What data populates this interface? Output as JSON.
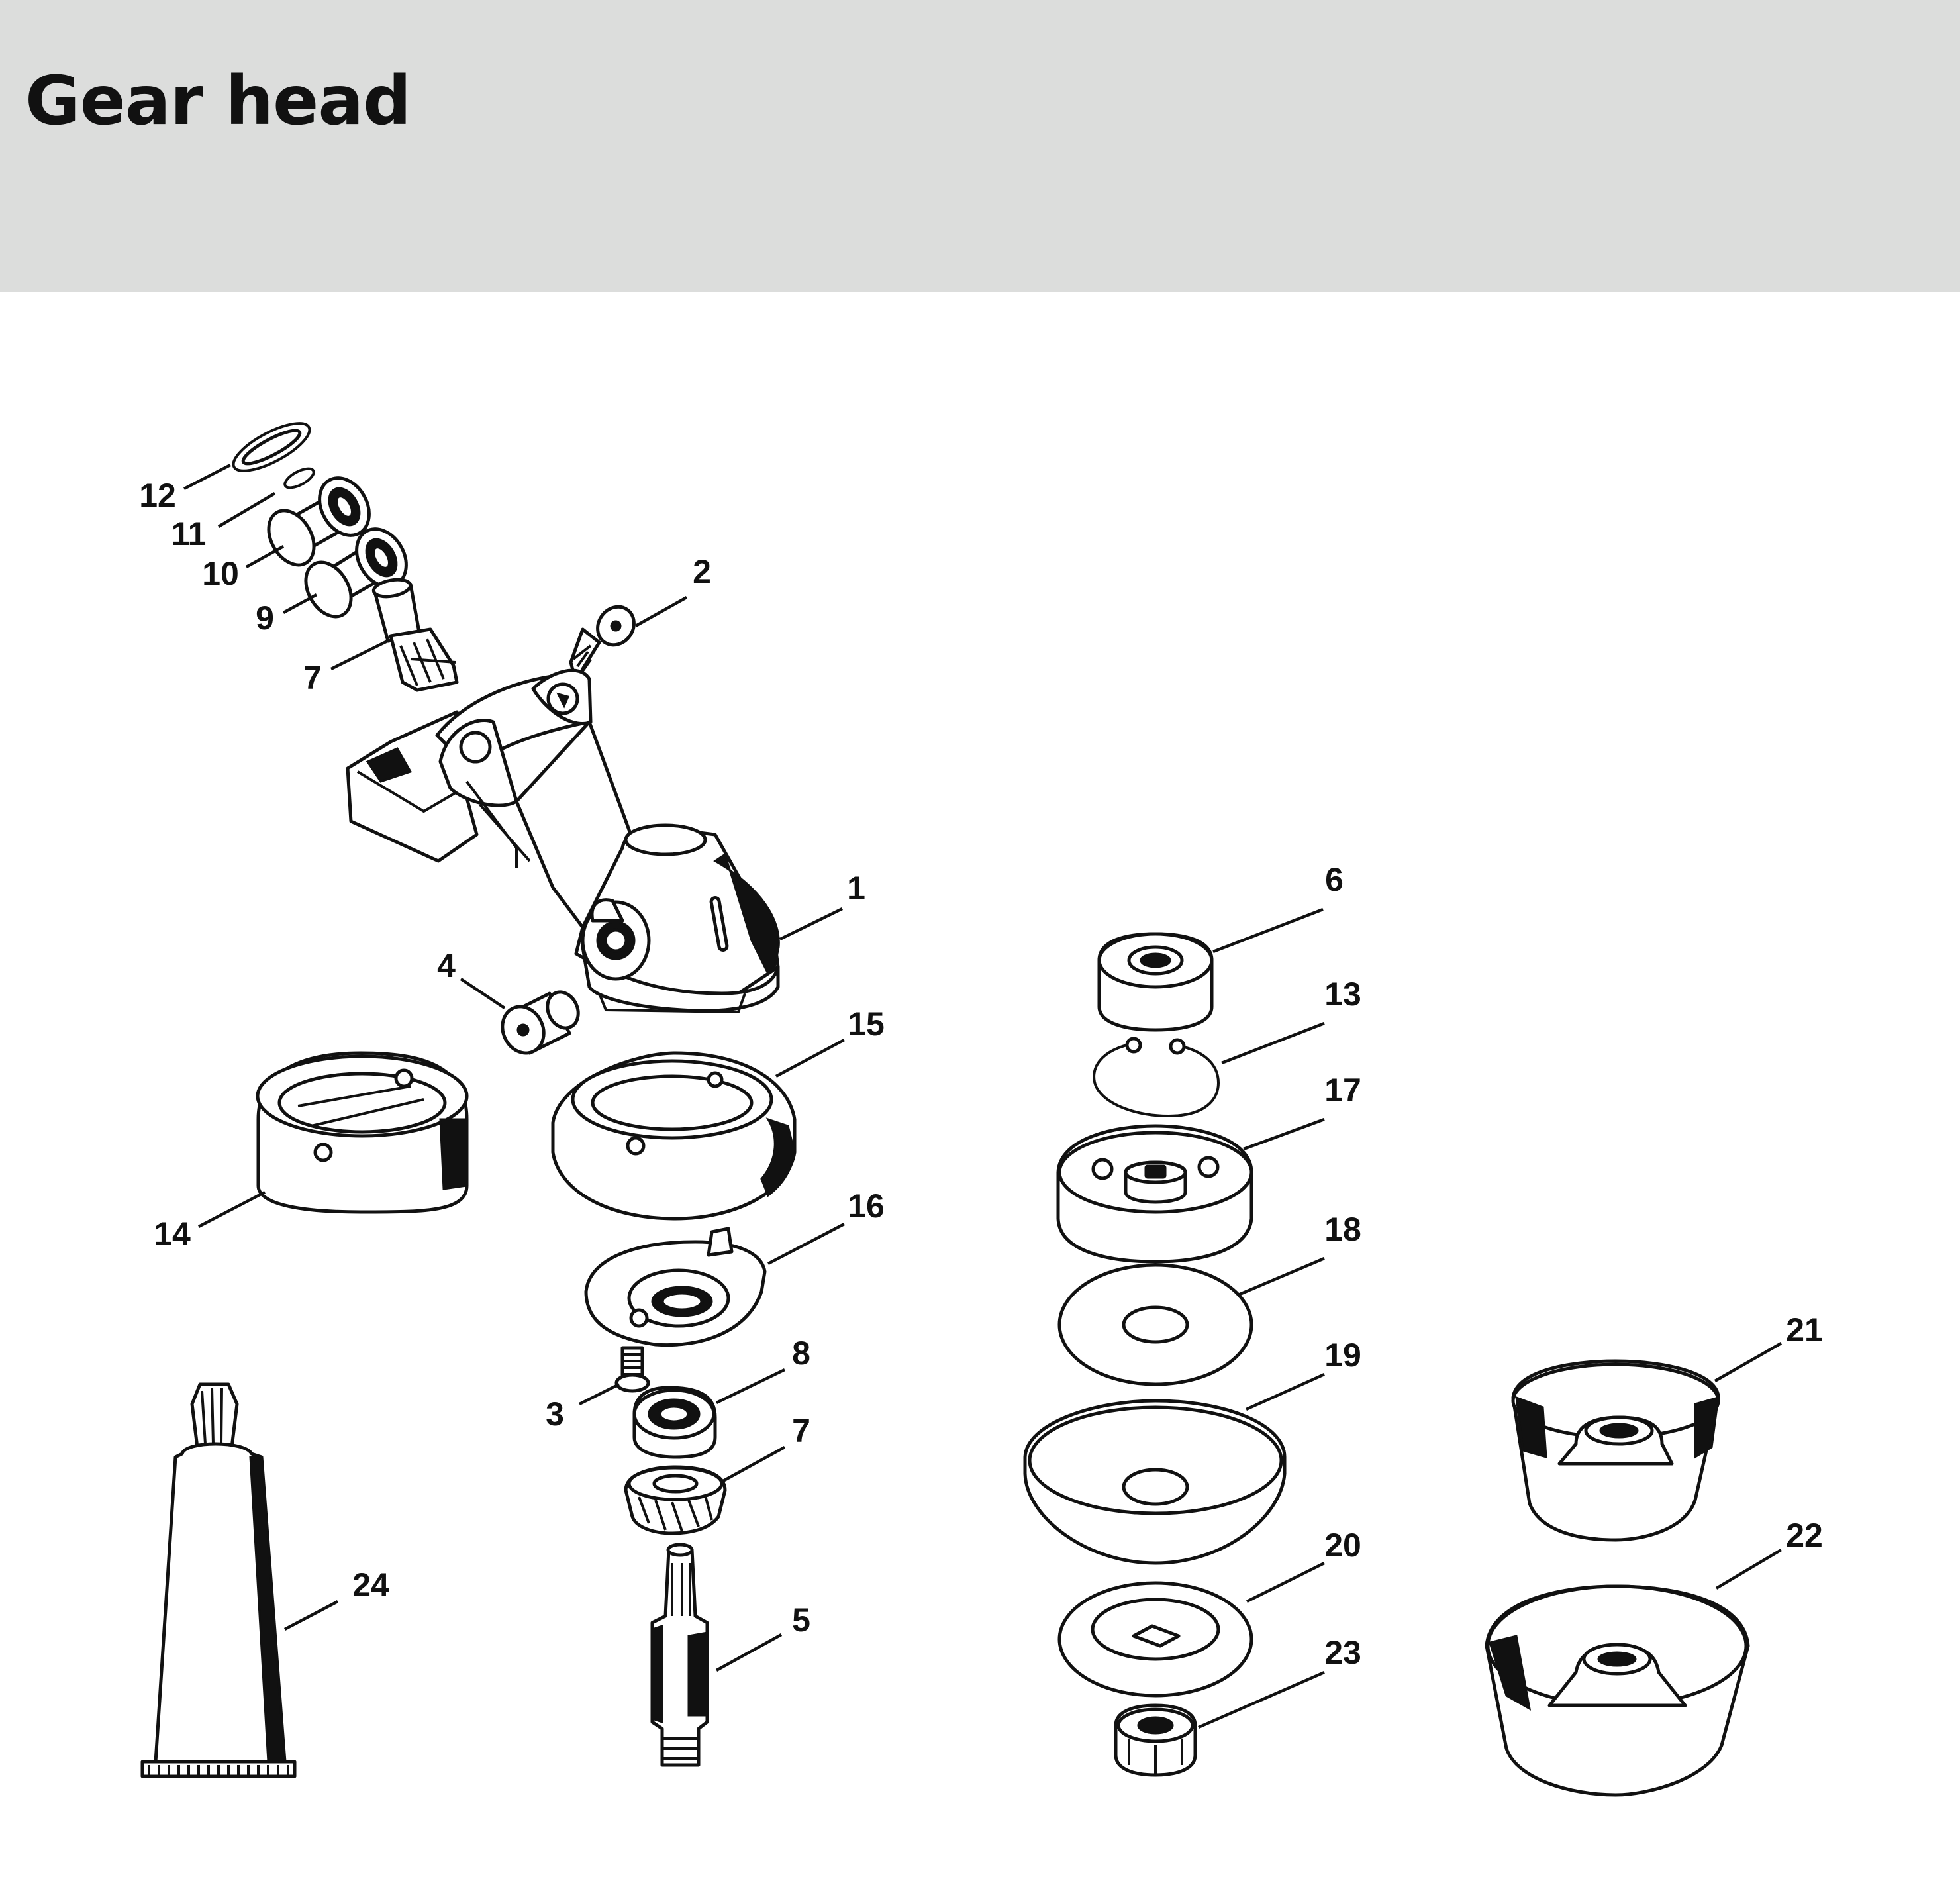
{
  "header": {
    "title": "Gear head"
  },
  "colors": {
    "header_bg": "#dcdddc",
    "ink": "#111111",
    "paper": "#ffffff"
  },
  "parts": [
    {
      "key": "p1",
      "number": "1",
      "label": "1"
    },
    {
      "key": "p2",
      "number": "2",
      "label": "2"
    },
    {
      "key": "p3",
      "number": "3",
      "label": "3"
    },
    {
      "key": "p4",
      "number": "4",
      "label": "4"
    },
    {
      "key": "p5",
      "number": "5",
      "label": "5"
    },
    {
      "key": "p6",
      "number": "6",
      "label": "6"
    },
    {
      "key": "p7a",
      "number": "7",
      "label": "7"
    },
    {
      "key": "p7b",
      "number": "7",
      "label": "7"
    },
    {
      "key": "p8",
      "number": "8",
      "label": "8"
    },
    {
      "key": "p9",
      "number": "9",
      "label": "9"
    },
    {
      "key": "p10",
      "number": "10",
      "label": "10"
    },
    {
      "key": "p11",
      "number": "11",
      "label": "11"
    },
    {
      "key": "p12",
      "number": "12",
      "label": "12"
    },
    {
      "key": "p13",
      "number": "13",
      "label": "13"
    },
    {
      "key": "p14",
      "number": "14",
      "label": "14"
    },
    {
      "key": "p15",
      "number": "15",
      "label": "15"
    },
    {
      "key": "p16",
      "number": "16",
      "label": "16"
    },
    {
      "key": "p17",
      "number": "17",
      "label": "17"
    },
    {
      "key": "p18",
      "number": "18",
      "label": "18"
    },
    {
      "key": "p19",
      "number": "19",
      "label": "19"
    },
    {
      "key": "p20",
      "number": "20",
      "label": "20"
    },
    {
      "key": "p21",
      "number": "21",
      "label": "21"
    },
    {
      "key": "p22",
      "number": "22",
      "label": "22"
    },
    {
      "key": "p23",
      "number": "23",
      "label": "23"
    },
    {
      "key": "p24",
      "number": "24",
      "label": "24"
    }
  ]
}
